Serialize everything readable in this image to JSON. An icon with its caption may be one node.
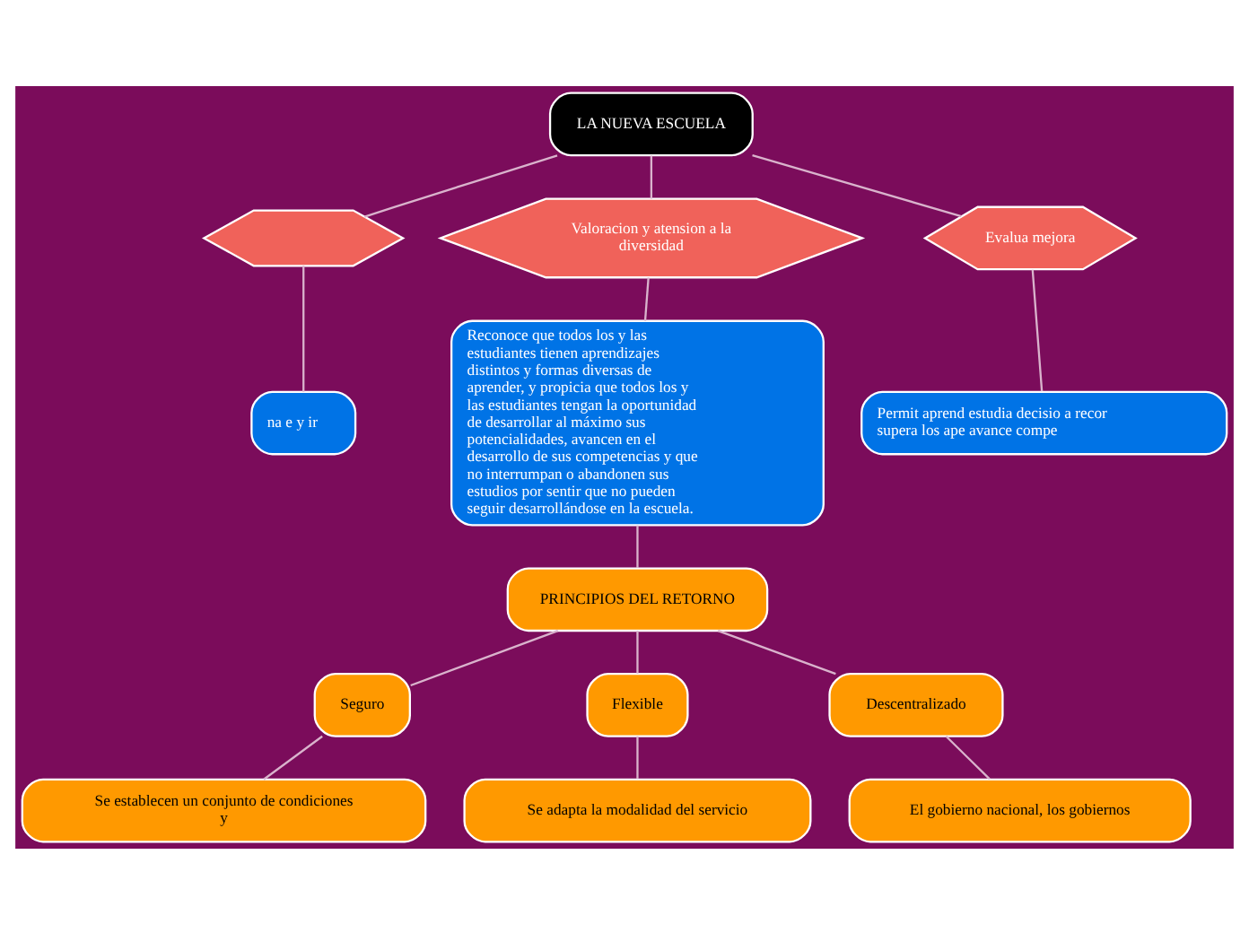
{
  "diagram": {
    "nodes": [
      {
        "text": [
          "LA NUEVA ESCUELA"
        ]
      },
      {
        "text": [],
        "shape": "hexagon"
      },
      {
        "text": [
          "na e y ir"
        ]
      },
      {
        "text": [
          "Valoracion y atension a la diversidad"
        ]
      },
      {
        "text": [
          "Reconoce que todos los y las estudiantes tienen aprendizajes distintos y formas diversas de aprender, y propicia que todos los y las estudiantes tengan la oportunidad de desarrollar al máximo sus potencialidades, avancen en el desarrollo de sus competencias y que no interrumpan o abandonen sus estudios por sentir que no pueden seguir desarrollándose en la escuela."
        ]
      },
      {
        "text": [
          "Evalua mejora"
        ]
      },
      {
        "text": [
          "Permit aprend estudia decisio a recor supera los ape avance compe"
        ]
      },
      {
        "text": [
          "PRINCIPIOS DEL RETORNO"
        ]
      },
      {
        "text": [
          "Seguro"
        ]
      },
      {
        "text": [
          "Flexible"
        ]
      },
      {
        "text": [
          "Descentralizado"
        ]
      },
      {
        "text": [
          "Se establecen un conjunto de condiciones y"
        ]
      },
      {
        "text": [
          "Se adapta la modalidad del servicio"
        ]
      },
      {
        "text": [
          "El gobierno nacional, los gobiernos"
        ]
      }
    ],
    "edges": [
      {
        "from": 0,
        "to": 1,
        "arrow": "none"
      },
      {
        "from": 0,
        "to": 3,
        "arrow": "none"
      },
      {
        "from": 0,
        "to": 5,
        "arrow": "none"
      },
      {
        "from": 1,
        "to": 2,
        "arrow": "none"
      },
      {
        "from": 3,
        "to": 4,
        "arrow": "none"
      },
      {
        "from": 5,
        "to": 6,
        "arrow": "none"
      },
      {
        "from": 4,
        "to": 7,
        "arrow": "none"
      },
      {
        "from": 7,
        "to": 8,
        "arrow": "none"
      },
      {
        "from": 7,
        "to": 9,
        "arrow": "none"
      },
      {
        "from": 7,
        "to": 10,
        "arrow": "none"
      },
      {
        "from": 8,
        "to": 11,
        "arrow": "none"
      },
      {
        "from": 9,
        "to": 12,
        "arrow": "none"
      },
      {
        "from": 10,
        "to": 13,
        "arrow": "none"
      }
    ]
  }
}
